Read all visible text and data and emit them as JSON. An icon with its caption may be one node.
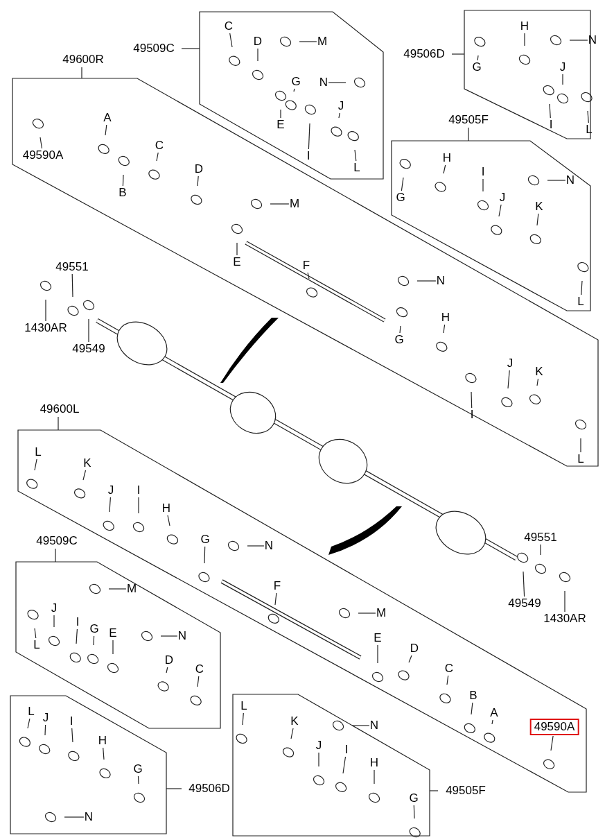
{
  "diagram": {
    "nodes": [
      {
        "text": [
          "49509C"
        ]
      },
      {
        "text": [
          "C"
        ],
        "in": 0
      },
      {
        "text": [
          "D"
        ],
        "in": 0
      },
      {
        "text": [
          "M"
        ],
        "in": 0
      },
      {
        "text": [
          "G"
        ],
        "in": 0
      },
      {
        "text": [
          "N"
        ],
        "in": 0
      },
      {
        "text": [
          "E"
        ],
        "in": 0
      },
      {
        "text": [
          "J"
        ],
        "in": 0
      },
      {
        "text": [
          "I"
        ],
        "in": 0
      },
      {
        "text": [
          "L"
        ],
        "in": 0
      },
      {
        "text": [
          "49506D"
        ]
      },
      {
        "text": [
          "G"
        ],
        "in": 10
      },
      {
        "text": [
          "H"
        ],
        "in": 10
      },
      {
        "text": [
          "N"
        ],
        "in": 10
      },
      {
        "text": [
          "J"
        ],
        "in": 10
      },
      {
        "text": [
          "I"
        ],
        "in": 10
      },
      {
        "text": [
          "L"
        ],
        "in": 10
      },
      {
        "text": [
          "49600R"
        ]
      },
      {
        "text": [
          "A"
        ],
        "in": 17
      },
      {
        "text": [
          "49590A"
        ],
        "in": 17
      },
      {
        "text": [
          "B"
        ],
        "in": 17
      },
      {
        "text": [
          "C"
        ],
        "in": 17
      },
      {
        "text": [
          "D"
        ],
        "in": 17
      },
      {
        "text": [
          "M"
        ],
        "in": 17
      },
      {
        "text": [
          "E"
        ],
        "in": 17
      },
      {
        "text": [
          "F"
        ],
        "in": 17
      },
      {
        "text": [
          "N"
        ],
        "in": 17
      },
      {
        "text": [
          "G"
        ],
        "in": 17
      },
      {
        "text": [
          "H"
        ],
        "in": 17
      },
      {
        "text": [
          "I"
        ],
        "in": 17
      },
      {
        "text": [
          "J"
        ],
        "in": 17
      },
      {
        "text": [
          "K"
        ],
        "in": 17
      },
      {
        "text": [
          "L"
        ],
        "in": 17
      },
      {
        "text": [
          "49505F"
        ]
      },
      {
        "text": [
          "H"
        ],
        "in": 33
      },
      {
        "text": [
          "N"
        ],
        "in": 33
      },
      {
        "text": [
          "G"
        ],
        "in": 33
      },
      {
        "text": [
          "I"
        ],
        "in": 33
      },
      {
        "text": [
          "J"
        ],
        "in": 33
      },
      {
        "text": [
          "K"
        ],
        "in": 33
      },
      {
        "text": [
          "L"
        ],
        "in": 33
      },
      {
        "text": [
          "49551"
        ]
      },
      {
        "text": [
          "1430AR"
        ]
      },
      {
        "text": [
          "49549"
        ]
      },
      {
        "text": [
          "49600L"
        ]
      },
      {
        "text": [
          "L"
        ],
        "in": 44
      },
      {
        "text": [
          "K"
        ],
        "in": 44
      },
      {
        "text": [
          "J"
        ],
        "in": 44
      },
      {
        "text": [
          "I"
        ],
        "in": 44
      },
      {
        "text": [
          "H"
        ],
        "in": 44
      },
      {
        "text": [
          "G"
        ],
        "in": 44
      },
      {
        "text": [
          "N"
        ],
        "in": 44
      },
      {
        "text": [
          "F"
        ],
        "in": 44
      },
      {
        "text": [
          "M"
        ],
        "in": 44
      },
      {
        "text": [
          "E"
        ],
        "in": 44
      },
      {
        "text": [
          "D"
        ],
        "in": 44
      },
      {
        "text": [
          "C"
        ],
        "in": 44
      },
      {
        "text": [
          "B"
        ],
        "in": 44
      },
      {
        "text": [
          "A"
        ],
        "in": 44
      },
      {
        "text": [
          "49590A"
        ],
        "in": 44
      },
      {
        "text": [
          "49551"
        ]
      },
      {
        "text": [
          "49549"
        ]
      },
      {
        "text": [
          "1430AR"
        ]
      },
      {
        "text": [
          "49509C"
        ]
      },
      {
        "text": [
          "M"
        ],
        "in": 63
      },
      {
        "text": [
          "J"
        ],
        "in": 63
      },
      {
        "text": [
          "I"
        ],
        "in": 63
      },
      {
        "text": [
          "G"
        ],
        "in": 63
      },
      {
        "text": [
          "E"
        ],
        "in": 63
      },
      {
        "text": [
          "N"
        ],
        "in": 63
      },
      {
        "text": [
          "L"
        ],
        "in": 63
      },
      {
        "text": [
          "D"
        ],
        "in": 63
      },
      {
        "text": [
          "C"
        ],
        "in": 63
      },
      {
        "text": [
          "49506D"
        ]
      },
      {
        "text": [
          "L"
        ],
        "in": 73
      },
      {
        "text": [
          "J"
        ],
        "in": 73
      },
      {
        "text": [
          "I"
        ],
        "in": 73
      },
      {
        "text": [
          "H"
        ],
        "in": 73
      },
      {
        "text": [
          "G"
        ],
        "in": 73
      },
      {
        "text": [
          "N"
        ],
        "in": 73
      },
      {
        "text": [
          "49505F"
        ]
      },
      {
        "text": [
          "L"
        ],
        "in": 80
      },
      {
        "text": [
          "K"
        ],
        "in": 80
      },
      {
        "text": [
          "N"
        ],
        "in": 80
      },
      {
        "text": [
          "J"
        ],
        "in": 80
      },
      {
        "text": [
          "I"
        ],
        "in": 80
      },
      {
        "text": [
          "H"
        ],
        "in": 80
      },
      {
        "text": [
          "G"
        ],
        "in": 80
      }
    ],
    "edges": [
      {
        "from": 1,
        "to": null,
        "arrow": "none"
      },
      {
        "from": 2,
        "to": null,
        "arrow": "none"
      },
      {
        "from": 3,
        "to": null,
        "arrow": "none"
      },
      {
        "from": 4,
        "to": null,
        "arrow": "none"
      },
      {
        "from": 5,
        "to": null,
        "arrow": "none"
      },
      {
        "from": 6,
        "to": null,
        "arrow": "none"
      },
      {
        "from": 7,
        "to": null,
        "arrow": "none"
      },
      {
        "from": 8,
        "to": null,
        "arrow": "none"
      },
      {
        "from": 9,
        "to": null,
        "arrow": "none"
      },
      {
        "from": 11,
        "to": null,
        "arrow": "none"
      },
      {
        "from": 12,
        "to": null,
        "arrow": "none"
      },
      {
        "from": 13,
        "to": null,
        "arrow": "none"
      },
      {
        "from": 14,
        "to": null,
        "arrow": "none"
      },
      {
        "from": 15,
        "to": null,
        "arrow": "none"
      },
      {
        "from": 16,
        "to": null,
        "arrow": "none"
      },
      {
        "from": 18,
        "to": null,
        "arrow": "none"
      },
      {
        "from": 19,
        "to": null,
        "arrow": "none"
      },
      {
        "from": 20,
        "to": null,
        "arrow": "none"
      },
      {
        "from": 21,
        "to": null,
        "arrow": "none"
      },
      {
        "from": 22,
        "to": null,
        "arrow": "none"
      },
      {
        "from": 23,
        "to": null,
        "arrow": "none"
      },
      {
        "from": 24,
        "to": null,
        "arrow": "none"
      },
      {
        "from": 25,
        "to": null,
        "arrow": "none"
      },
      {
        "from": 26,
        "to": null,
        "arrow": "none"
      },
      {
        "from": 27,
        "to": null,
        "arrow": "none"
      },
      {
        "from": 28,
        "to": null,
        "arrow": "none"
      },
      {
        "from": 29,
        "to": null,
        "arrow": "none"
      },
      {
        "from": 30,
        "to": null,
        "arrow": "none"
      },
      {
        "from": 31,
        "to": null,
        "arrow": "none"
      },
      {
        "from": 32,
        "to": null,
        "arrow": "none"
      },
      {
        "from": 34,
        "to": null,
        "arrow": "none"
      },
      {
        "from": 35,
        "to": null,
        "arrow": "none"
      },
      {
        "from": 36,
        "to": null,
        "arrow": "none"
      },
      {
        "from": 37,
        "to": null,
        "arrow": "none"
      },
      {
        "from": 38,
        "to": null,
        "arrow": "none"
      },
      {
        "from": 39,
        "to": null,
        "arrow": "none"
      },
      {
        "from": 40,
        "to": null,
        "arrow": "none"
      },
      {
        "from": 41,
        "to": null,
        "arrow": "none"
      },
      {
        "from": 42,
        "to": null,
        "arrow": "none"
      },
      {
        "from": 43,
        "to": null,
        "arrow": "none"
      },
      {
        "from": 45,
        "to": null,
        "arrow": "none"
      },
      {
        "from": 46,
        "to": null,
        "arrow": "none"
      },
      {
        "from": 47,
        "to": null,
        "arrow": "none"
      },
      {
        "from": 48,
        "to": null,
        "arrow": "none"
      },
      {
        "from": 49,
        "to": null,
        "arrow": "none"
      },
      {
        "from": 50,
        "to": null,
        "arrow": "none"
      },
      {
        "from": 51,
        "to": null,
        "arrow": "none"
      },
      {
        "from": 52,
        "to": null,
        "arrow": "none"
      },
      {
        "from": 53,
        "to": null,
        "arrow": "none"
      },
      {
        "from": 54,
        "to": null,
        "arrow": "none"
      },
      {
        "from": 55,
        "to": null,
        "arrow": "none"
      },
      {
        "from": 56,
        "to": null,
        "arrow": "none"
      },
      {
        "from": 57,
        "to": null,
        "arrow": "none"
      },
      {
        "from": 58,
        "to": null,
        "arrow": "none"
      },
      {
        "from": 59,
        "to": null,
        "arrow": "none"
      },
      {
        "from": 60,
        "to": null,
        "arrow": "none"
      },
      {
        "from": 61,
        "to": null,
        "arrow": "none"
      },
      {
        "from": 62,
        "to": null,
        "arrow": "none"
      },
      {
        "from": 64,
        "to": null,
        "arrow": "none"
      },
      {
        "from": 65,
        "to": null,
        "arrow": "none"
      },
      {
        "from": 66,
        "to": null,
        "arrow": "none"
      },
      {
        "from": 67,
        "to": null,
        "arrow": "none"
      },
      {
        "from": 68,
        "to": null,
        "arrow": "none"
      },
      {
        "from": 69,
        "to": null,
        "arrow": "none"
      },
      {
        "from": 70,
        "to": null,
        "arrow": "none"
      },
      {
        "from": 71,
        "to": null,
        "arrow": "none"
      },
      {
        "from": 72,
        "to": null,
        "arrow": "none"
      },
      {
        "from": 74,
        "to": null,
        "arrow": "none"
      },
      {
        "from": 75,
        "to": null,
        "arrow": "none"
      },
      {
        "from": 76,
        "to": null,
        "arrow": "none"
      },
      {
        "from": 77,
        "to": null,
        "arrow": "none"
      },
      {
        "from": 78,
        "to": null,
        "arrow": "none"
      },
      {
        "from": 79,
        "to": null,
        "arrow": "none"
      },
      {
        "from": 81,
        "to": null,
        "arrow": "none"
      },
      {
        "from": 82,
        "to": null,
        "arrow": "none"
      },
      {
        "from": 83,
        "to": null,
        "arrow": "none"
      },
      {
        "from": 84,
        "to": null,
        "arrow": "none"
      },
      {
        "from": 85,
        "to": null,
        "arrow": "none"
      },
      {
        "from": 86,
        "to": null,
        "arrow": "none"
      },
      {
        "from": 87,
        "to": null,
        "arrow": "none"
      }
    ]
  }
}
